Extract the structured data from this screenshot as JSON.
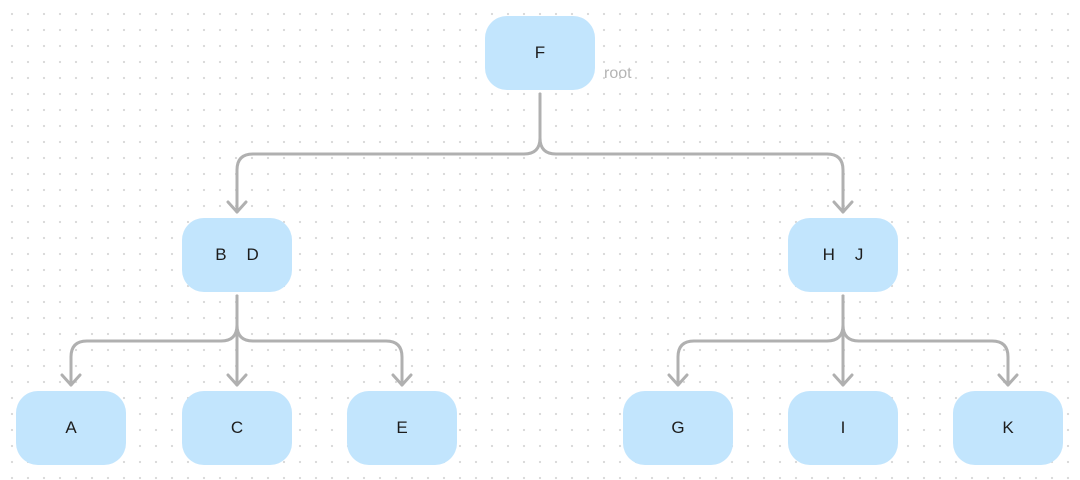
{
  "diagram": {
    "type": "b-tree",
    "root_label": "root",
    "nodes": [
      {
        "id": "n-root",
        "keys": [
          "F"
        ],
        "level": 0
      },
      {
        "id": "n-left",
        "keys": [
          "B",
          "D"
        ],
        "level": 1
      },
      {
        "id": "n-right",
        "keys": [
          "H",
          "J"
        ],
        "level": 1
      },
      {
        "id": "n-a",
        "keys": [
          "A"
        ],
        "level": 2
      },
      {
        "id": "n-c",
        "keys": [
          "C"
        ],
        "level": 2
      },
      {
        "id": "n-e",
        "keys": [
          "E"
        ],
        "level": 2
      },
      {
        "id": "n-g",
        "keys": [
          "G"
        ],
        "level": 2
      },
      {
        "id": "n-i",
        "keys": [
          "I"
        ],
        "level": 2
      },
      {
        "id": "n-k",
        "keys": [
          "K"
        ],
        "level": 2
      }
    ],
    "edges": [
      {
        "from": "n-root",
        "to": "n-left"
      },
      {
        "from": "n-root",
        "to": "n-right"
      },
      {
        "from": "n-left",
        "to": "n-a"
      },
      {
        "from": "n-left",
        "to": "n-c"
      },
      {
        "from": "n-left",
        "to": "n-e"
      },
      {
        "from": "n-right",
        "to": "n-g"
      },
      {
        "from": "n-right",
        "to": "n-i"
      },
      {
        "from": "n-right",
        "to": "n-k"
      }
    ],
    "colors": {
      "node_fill": "#c2e5fd",
      "edge": "#b0b0b0",
      "label": "#b4b4b4",
      "text": "#1d1d1d"
    }
  }
}
